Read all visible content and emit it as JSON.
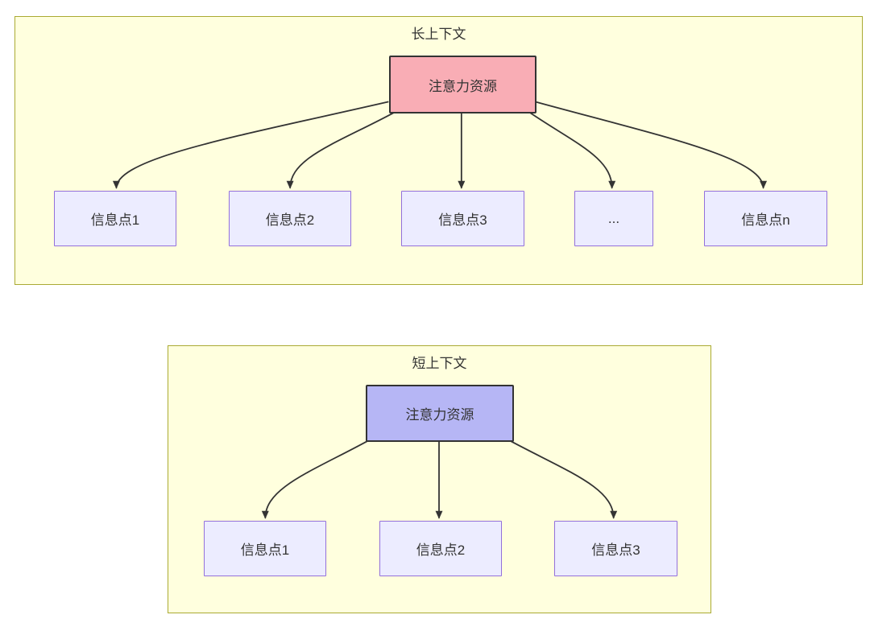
{
  "diagram": {
    "long_context": {
      "title": "长上下文",
      "attention_label": "注意力资源",
      "info_nodes": [
        {
          "label": "信息点1"
        },
        {
          "label": "信息点2"
        },
        {
          "label": "信息点3"
        },
        {
          "label": "..."
        },
        {
          "label": "信息点n"
        }
      ]
    },
    "short_context": {
      "title": "短上下文",
      "attention_label": "注意力资源",
      "info_nodes": [
        {
          "label": "信息点1"
        },
        {
          "label": "信息点2"
        },
        {
          "label": "信息点3"
        }
      ]
    },
    "colors": {
      "container_fill": "#ffffde",
      "container_border": "#aaaa33",
      "attention_long_fill": "#f9adb5",
      "attention_short_fill": "#b6b6f5",
      "attention_border": "#333333",
      "info_fill": "#ececff",
      "info_border": "#9370db",
      "arrow": "#333333",
      "text": "#333333"
    }
  }
}
